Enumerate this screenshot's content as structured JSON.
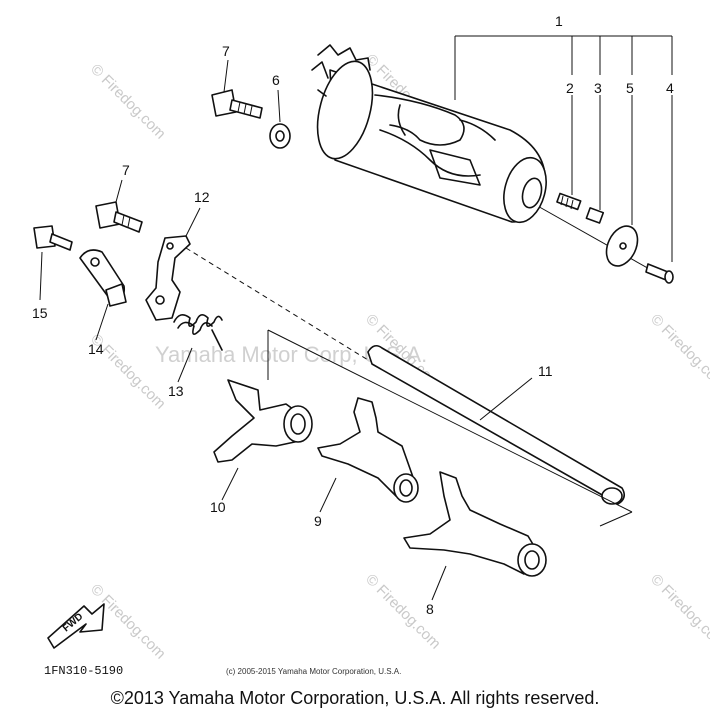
{
  "callouts": {
    "c1": "1",
    "c2": "2",
    "c3": "3",
    "c4": "4",
    "c5": "5",
    "c6": "6",
    "c7a": "7",
    "c7b": "7",
    "c8": "8",
    "c9": "9",
    "c10": "10",
    "c11": "11",
    "c12": "12",
    "c13": "13",
    "c14": "14",
    "c15": "15"
  },
  "watermarks": {
    "firedog": "© Firedog.com",
    "center": "Yamaha Motor Corp, U.S.A."
  },
  "fwd_label": "FWD",
  "part_code": "1FN310-5190",
  "small_copyright": "(c) 2005-2015 Yamaha Motor Corporation, U.S.A.",
  "copyright": "©2013 Yamaha Motor Corporation, U.S.A. All rights reserved."
}
